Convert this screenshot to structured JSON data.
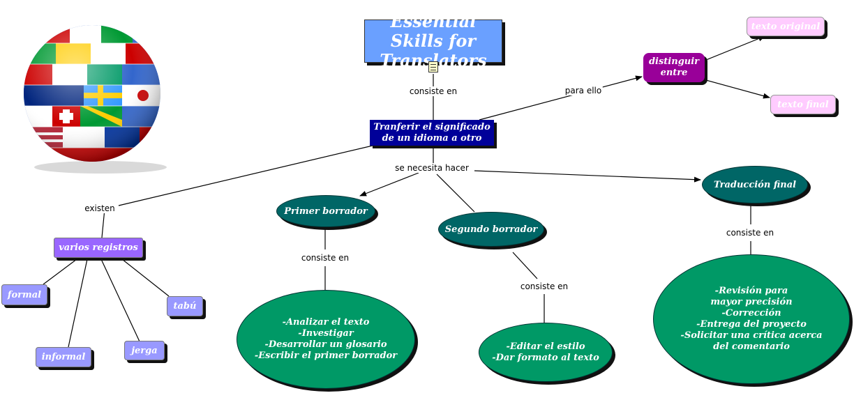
{
  "title": "Essential Skills for Translators",
  "nodes": {
    "main": "Tranferir el significado\nde un idioma a otro",
    "distinguir": "distinguir\nentre",
    "texto_original": "texto original",
    "texto_final": "texto final",
    "varios_registros": "varios registros",
    "formal": "formal",
    "informal": "informal",
    "jerga": "jerga",
    "tabu": "tabú",
    "primer_borrador": "Primer borrador",
    "segundo_borrador": "Segundo borrador",
    "traduccion_final": "Traducción final",
    "primer_detalle": "-Analizar el texto\n-Investigar\n-Desarrollar un glosario\n-Escribir el primer borrador",
    "segundo_detalle": "-Editar el estilo\n-Dar formato al texto",
    "final_detalle": "-Revisión para\nmayor precisión\n-Corrección\n-Entrega del proyecto\n-Solicitar una crítica acerca\ndel comentario"
  },
  "link_labels": {
    "consiste_en_top": "consiste en",
    "para_ello": "para ello",
    "se_necesita_hacer": "se necesita hacer",
    "existen": "existen",
    "consiste_en_primer": "consiste en",
    "consiste_en_segundo": "consiste en",
    "consiste_en_final": "consiste en"
  },
  "colors": {
    "title_bg": "#6aa0ff",
    "main_bg": "#000099",
    "distinguir_bg": "#990099",
    "texto_bg": "#ffccff",
    "registros_bg": "#9966ff",
    "registro_leaf_bg": "#9999ff",
    "oval_dark": "#006666",
    "oval_green": "#009966"
  },
  "icons": [
    "document-icon",
    "world-flags-globe"
  ]
}
